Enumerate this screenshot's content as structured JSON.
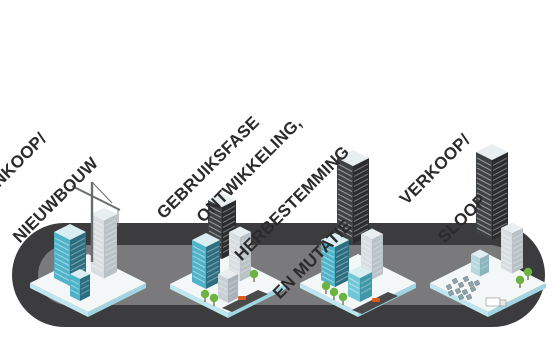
{
  "phases": [
    {
      "lines": [
        "AANKOOP/",
        "NIEUWBOUW"
      ]
    },
    {
      "lines": [
        "GEBRUIKSFASE"
      ]
    },
    {
      "lines": [
        "ONTWIKKELING,",
        "HERBESTEMMING",
        "EN MUTATIE"
      ]
    },
    {
      "lines": [
        "VERKOOP/",
        "SLOOP"
      ]
    }
  ],
  "colors": {
    "track_outer": "#3c3c3e",
    "track_inner": "#7a7a7c",
    "tile_top": "#f4f7f8",
    "tile_side": "#bfe6ee",
    "glass": "#4fb3c9",
    "glass_dark": "#2d6f80",
    "tower_dark": "#3f4245",
    "tree": "#6db33f",
    "road": "#4a4a4a",
    "car": "#e05a1c"
  },
  "icons": [
    "construction-crane-icon",
    "building-icon",
    "tree-icon",
    "car-icon",
    "rubble-icon",
    "truck-icon"
  ]
}
